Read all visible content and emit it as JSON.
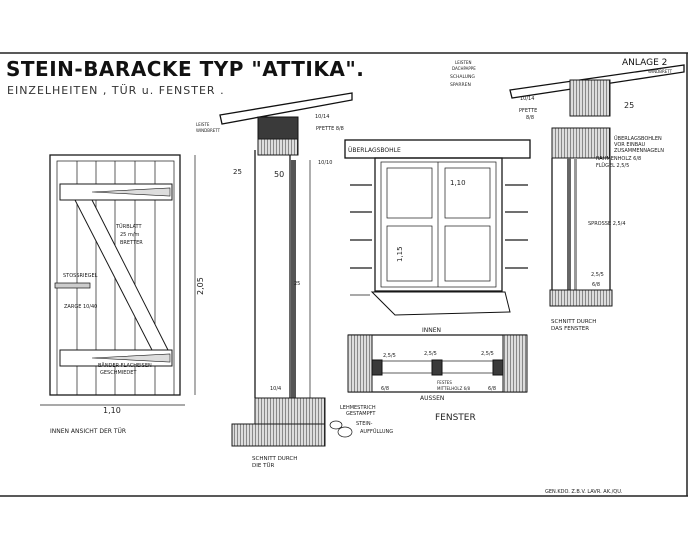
{
  "title": "STEIN-BARACKE TYP \"ATTIKA\".",
  "subtitle": "EINZELHEITEN , TÜR u. FENSTER .",
  "annex": "ANLAGE 2",
  "door_view": {
    "caption": "INNEN ANSICHT DER TÜR",
    "width_dim": "1,10",
    "height_dim": "2,05",
    "labels": [
      "TÜRBLATT",
      "25 m/m",
      "BRETTER",
      "STOSSRIEGEL",
      "ZARGE 10/40",
      "BÄNDER FLACHEISEN",
      "GESCHMIEDET"
    ]
  },
  "door_section": {
    "caption_1": "SCHNITT DURCH",
    "caption_2": "DIE TÜR",
    "labels": [
      "LEISTE",
      "WINDBRETT",
      "10/14",
      "PFETTE 8/8",
      "25",
      "50",
      "10/10",
      "25",
      "10/4",
      "LEHMESTRICH",
      "GESTAMPFT",
      "STEIN-",
      "AUFFÜLLUNG"
    ]
  },
  "window_view": {
    "caption": "FENSTER",
    "lintel": "ÜBERLAGSBOHLE",
    "width_dim": "1,10",
    "height_dim": "1,15"
  },
  "window_plan": {
    "inside": "INNEN",
    "outside": "AUSSEN",
    "labels": [
      "2,5/5",
      "2,5/5",
      "2,5/5",
      "6/8",
      "FESTES",
      "MITTELHOLZ 6/8",
      "6/8"
    ]
  },
  "window_section": {
    "caption_1": "SCHNITT DURCH",
    "caption_2": "DAS FENSTER",
    "labels": [
      "LEISTEN",
      "DACHPAPPE",
      "SCHALUNG",
      "SPARREN",
      "10/14",
      "PFETTE",
      "8/8",
      "WINDBRETT",
      "25",
      "ÜBERLAGSBOHLEN",
      "VOR EINBAU",
      "ZUSAMMENNAGELN",
      "RAHMENHOLZ 6/8",
      "FLÜGEL 2,5/5",
      "SPROSSE 2,5/4",
      "2,5/5",
      "6/8"
    ]
  },
  "footer": "GEN.KDO. Z.B.V. LAVR. AK./QU."
}
